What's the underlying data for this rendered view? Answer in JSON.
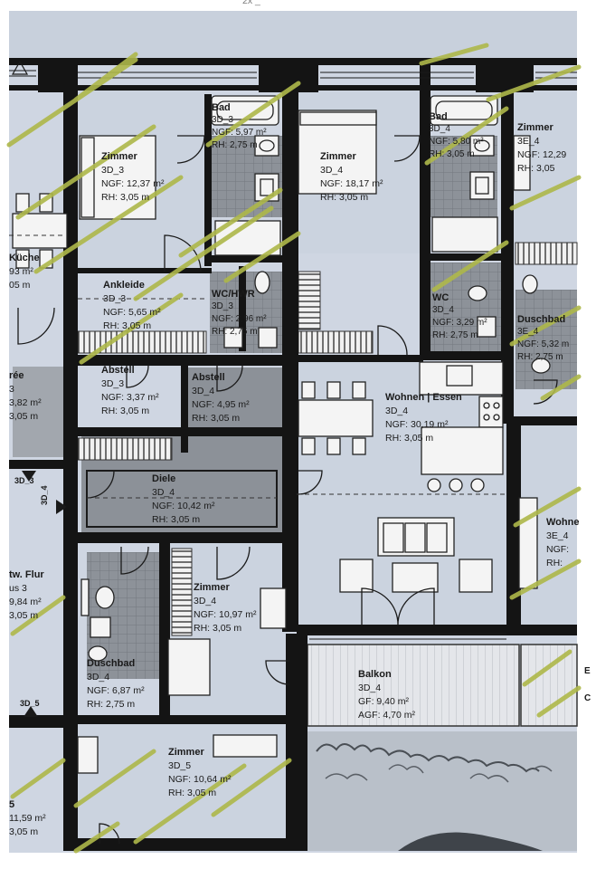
{
  "top_label": "2x _",
  "rooms": [
    {
      "id": "zimmer-3d3",
      "name": "Zimmer",
      "unit": "3D_3",
      "area_line": "NGF: 12,37 m²",
      "height_line": "RH: 3,05 m"
    },
    {
      "id": "bad-3d3",
      "name": "Bad",
      "unit": "3D_3",
      "area_line": "NGF: 5,97 m²",
      "height_line": "RH: 2,75 m"
    },
    {
      "id": "zimmer-3d4-top",
      "name": "Zimmer",
      "unit": "3D_4",
      "area_line": "NGF: 18,17 m²",
      "height_line": "RH: 3,05 m"
    },
    {
      "id": "bad-3d4",
      "name": "Bad",
      "unit": "3D_4",
      "area_line": "NGF: 5,80 m²",
      "height_line": "RH: 3,05 m"
    },
    {
      "id": "zimmer-3e4",
      "name": "Zimmer",
      "unit": "3E_4",
      "area_line": "NGF: 12,29",
      "height_line": "RH: 3,05"
    },
    {
      "id": "kueche",
      "name": "Küche",
      "unit": "",
      "area_line": "93 m²",
      "height_line": "05 m"
    },
    {
      "id": "ankleide-3d3",
      "name": "Ankleide",
      "unit": "3D_3",
      "area_line": "NGF: 5,65 m²",
      "height_line": "RH: 3,05 m"
    },
    {
      "id": "wc-hwr-3d3",
      "name": "WC/HWR",
      "unit": "3D_3",
      "area_line": "NGF: 2,96 m²",
      "height_line": "RH: 2,75 m"
    },
    {
      "id": "wc-3d4",
      "name": "WC",
      "unit": "3D_4",
      "area_line": "NGF: 3,29 m²",
      "height_line": "RH: 2,75 m"
    },
    {
      "id": "duschbad-3e4",
      "name": "Duschbad",
      "unit": "3E_4",
      "area_line": "NGF: 5,32 m",
      "height_line": "RH: 2,75 m"
    },
    {
      "id": "entree",
      "name": "rée",
      "unit": "3",
      "area_line": "3,82 m²",
      "height_line": "3,05 m"
    },
    {
      "id": "abstell-3d3",
      "name": "Abstell",
      "unit": "3D_3",
      "area_line": "NGF: 3,37 m²",
      "height_line": "RH: 3,05 m"
    },
    {
      "id": "abstell-3d4",
      "name": "Abstell",
      "unit": "3D_4",
      "area_line": "NGF: 4,95 m²",
      "height_line": "RH: 3,05 m"
    },
    {
      "id": "wohnen-3d4",
      "name": "Wohnen | Essen",
      "unit": "3D_4",
      "area_line": "NGF: 30,19 m²",
      "height_line": "RH: 3,05 m"
    },
    {
      "id": "diele-3d4",
      "name": "Diele",
      "unit": "3D_4",
      "area_line": "NGF: 10,42 m²",
      "height_line": "RH: 3,05 m"
    },
    {
      "id": "wohnen-3e4",
      "name": "Wohne",
      "unit": "3E_4",
      "area_line": "NGF:",
      "height_line": "RH:"
    },
    {
      "id": "flur",
      "name": "tw. Flur",
      "unit": "us 3",
      "area_line": "9,84 m²",
      "height_line": "3,05 m"
    },
    {
      "id": "zimmer-3d4-mid",
      "name": "Zimmer",
      "unit": "3D_4",
      "area_line": "NGF: 10,97 m²",
      "height_line": "RH: 3,05 m"
    },
    {
      "id": "duschbad-3d4",
      "name": "Duschbad",
      "unit": "3D_4",
      "area_line": "NGF: 6,87 m²",
      "height_line": "RH: 2,75 m"
    },
    {
      "id": "balkon-3d4",
      "name": "Balkon",
      "unit": "3D_4",
      "area_line": "GF: 9,40 m²",
      "height_line": "AGF: 4,70 m²"
    },
    {
      "id": "zimmer-3d5",
      "name": "Zimmer",
      "unit": "3D_5",
      "area_line": "NGF: 10,64 m²",
      "height_line": "RH: 3,05 m"
    },
    {
      "id": "left-bottom",
      "name": "5",
      "unit": "",
      "area_line": "11,59 m²",
      "height_line": "3,05 m"
    }
  ],
  "unit_tags": {
    "tag_3d3": "3D_3",
    "tag_3d4": "3D_4",
    "tag_3d5": "3D_5",
    "tag_e": "E",
    "tag_c": "C"
  },
  "colors": {
    "paper": "#cfd6e2",
    "wall": "#141414",
    "tile": "#8a8f96",
    "hatch": "#aeb84a",
    "greenery": "#b9c0c9"
  }
}
